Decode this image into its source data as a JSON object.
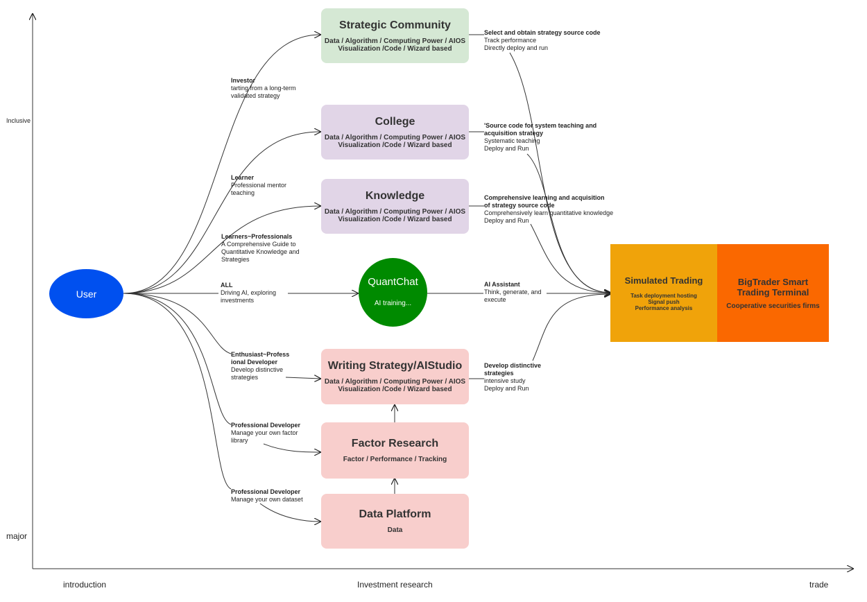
{
  "axes": {
    "y_top": "Inclusive",
    "y_bottom": "major",
    "x_left": "introduction",
    "x_middle": "Investment research",
    "x_right": "trade"
  },
  "user": {
    "label": "User"
  },
  "boxes": {
    "strategic": {
      "title": "Strategic Community",
      "line1": "Data / Algorithm / Computing Power / AIOS",
      "line2": "Visualization /Code / Wizard based"
    },
    "college": {
      "title": "College",
      "line1": "Data / Algorithm / Computing Power / AIOS",
      "line2": "Visualization /Code / Wizard based"
    },
    "knowledge": {
      "title": "Knowledge",
      "line1": "Data / Algorithm / Computing Power / AIOS",
      "line2": "Visualization /Code / Wizard based"
    },
    "writing": {
      "title": "Writing Strategy/AIStudio",
      "line1": "Data / Algorithm / Computing Power / AIOS",
      "line2": "Visualization /Code / Wizard based"
    },
    "factor": {
      "title": "Factor Research",
      "line1": "Factor / Performance / Tracking"
    },
    "data": {
      "title": "Data Platform",
      "line1": "Data"
    }
  },
  "quantchat": {
    "title": "QuantChat",
    "sub": "AI training..."
  },
  "terminal": {
    "sim": {
      "title": "Simulated Trading",
      "line1": "Task deployment hosting",
      "line2": "Signal push",
      "line3": "Performance analysis"
    },
    "big": {
      "title_line1": "BigTrader Smart",
      "title_line2": "Trading Terminal",
      "sub": "Cooperative securities firms"
    }
  },
  "left_labels": {
    "investor": {
      "head": "Investor",
      "l1": "tarting from a long-term",
      "l2": "validated strategy"
    },
    "learner": {
      "head": "Learner",
      "l1": "Professional mentor",
      "l2": "teaching"
    },
    "learners_pro": {
      "head": "Learners~Professionals",
      "l1": "A Comprehensive Guide to",
      "l2": "Quantitative Knowledge and",
      "l3": "Strategies"
    },
    "all": {
      "head": "ALL",
      "l1": "Driving AI, exploring",
      "l2": "investments"
    },
    "enthusiast": {
      "head1": "Enthusiast~Profess",
      "head2": "ional Developer",
      "l1": "Develop distinctive",
      "l2": "strategies"
    },
    "pro_factor": {
      "head": "Professional Developer",
      "l1": "Manage your own factor",
      "l2": "library"
    },
    "pro_data": {
      "head": "Professional Developer",
      "l1": "Manage your own dataset"
    }
  },
  "right_labels": {
    "strategic": {
      "head": "Select and obtain strategy source code",
      "l1": "Track performance",
      "l2": "Directly deploy and run"
    },
    "college": {
      "head1": "'Source code for system teaching and",
      "head2": "acquisition strategy",
      "l1": "Systematic teaching",
      "l2": "Deploy and Run"
    },
    "knowledge": {
      "head1": "Comprehensive learning and acquisition",
      "head2": "of strategy source code",
      "l1": "Comprehensively learn quantitative knowledge",
      "l2": "Deploy and Run"
    },
    "ai": {
      "head": "AI Assistant",
      "l1": "Think, generate, and",
      "l2": "execute"
    },
    "writing": {
      "head1": "Develop distinctive",
      "head2": "strategies",
      "l1": "intensive study",
      "l2": "Deploy and Run"
    }
  }
}
